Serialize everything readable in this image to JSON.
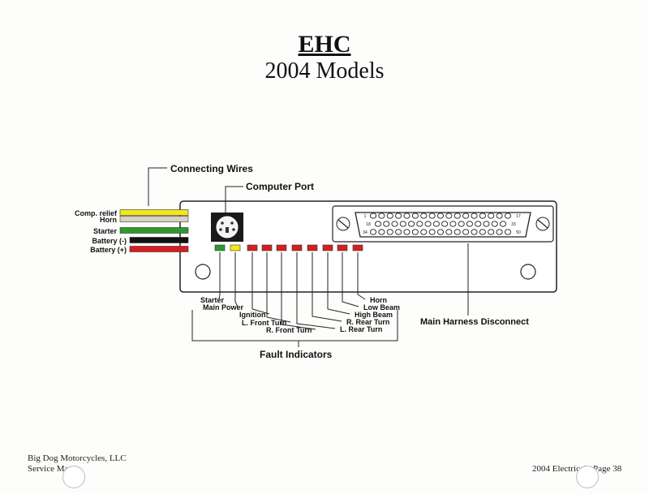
{
  "header": {
    "title": "EHC",
    "subtitle": "2004 Models"
  },
  "diagram": {
    "connecting_wires_label": "Connecting Wires",
    "computer_port_label": "Computer  Port",
    "main_harness_label": "Main Harness Disconnect",
    "fault_indicators_label": "Fault Indicators",
    "wires": [
      {
        "label": "Comp. relief",
        "color": "#f2e81a"
      },
      {
        "label": "Horn",
        "color": "#d9d1c0"
      },
      {
        "label": "Starter",
        "color": "#2e9a2e"
      },
      {
        "label": "Battery (-)",
        "color": "#111111"
      },
      {
        "label": "Battery (+)",
        "color": "#d81e1e"
      }
    ],
    "leds": [
      {
        "label": "Starter",
        "color": "#2e9a2e"
      },
      {
        "label": "Main Power",
        "color": "#f2e81a"
      },
      {
        "label": "Ignition",
        "color": "#d81e1e"
      },
      {
        "label": "L. Front Turn",
        "color": "#d81e1e"
      },
      {
        "label": "R. Front Turn",
        "color": "#d81e1e"
      },
      {
        "label": "L. Rear Turn",
        "color": "#d81e1e"
      },
      {
        "label": "R. Rear Turn",
        "color": "#d81e1e"
      },
      {
        "label": "High Beam",
        "color": "#d81e1e"
      },
      {
        "label": "Low Beam",
        "color": "#d81e1e"
      },
      {
        "label": "Horn",
        "color": "#d81e1e"
      }
    ],
    "connector_pin_labels": [
      "1",
      "17",
      "18",
      "33",
      "34",
      "50"
    ]
  },
  "footer": {
    "company": "Big Dog Motorcycles, LLC",
    "manual": "Service Ma...",
    "section": "2004 Electrical",
    "page": "Page 38"
  }
}
